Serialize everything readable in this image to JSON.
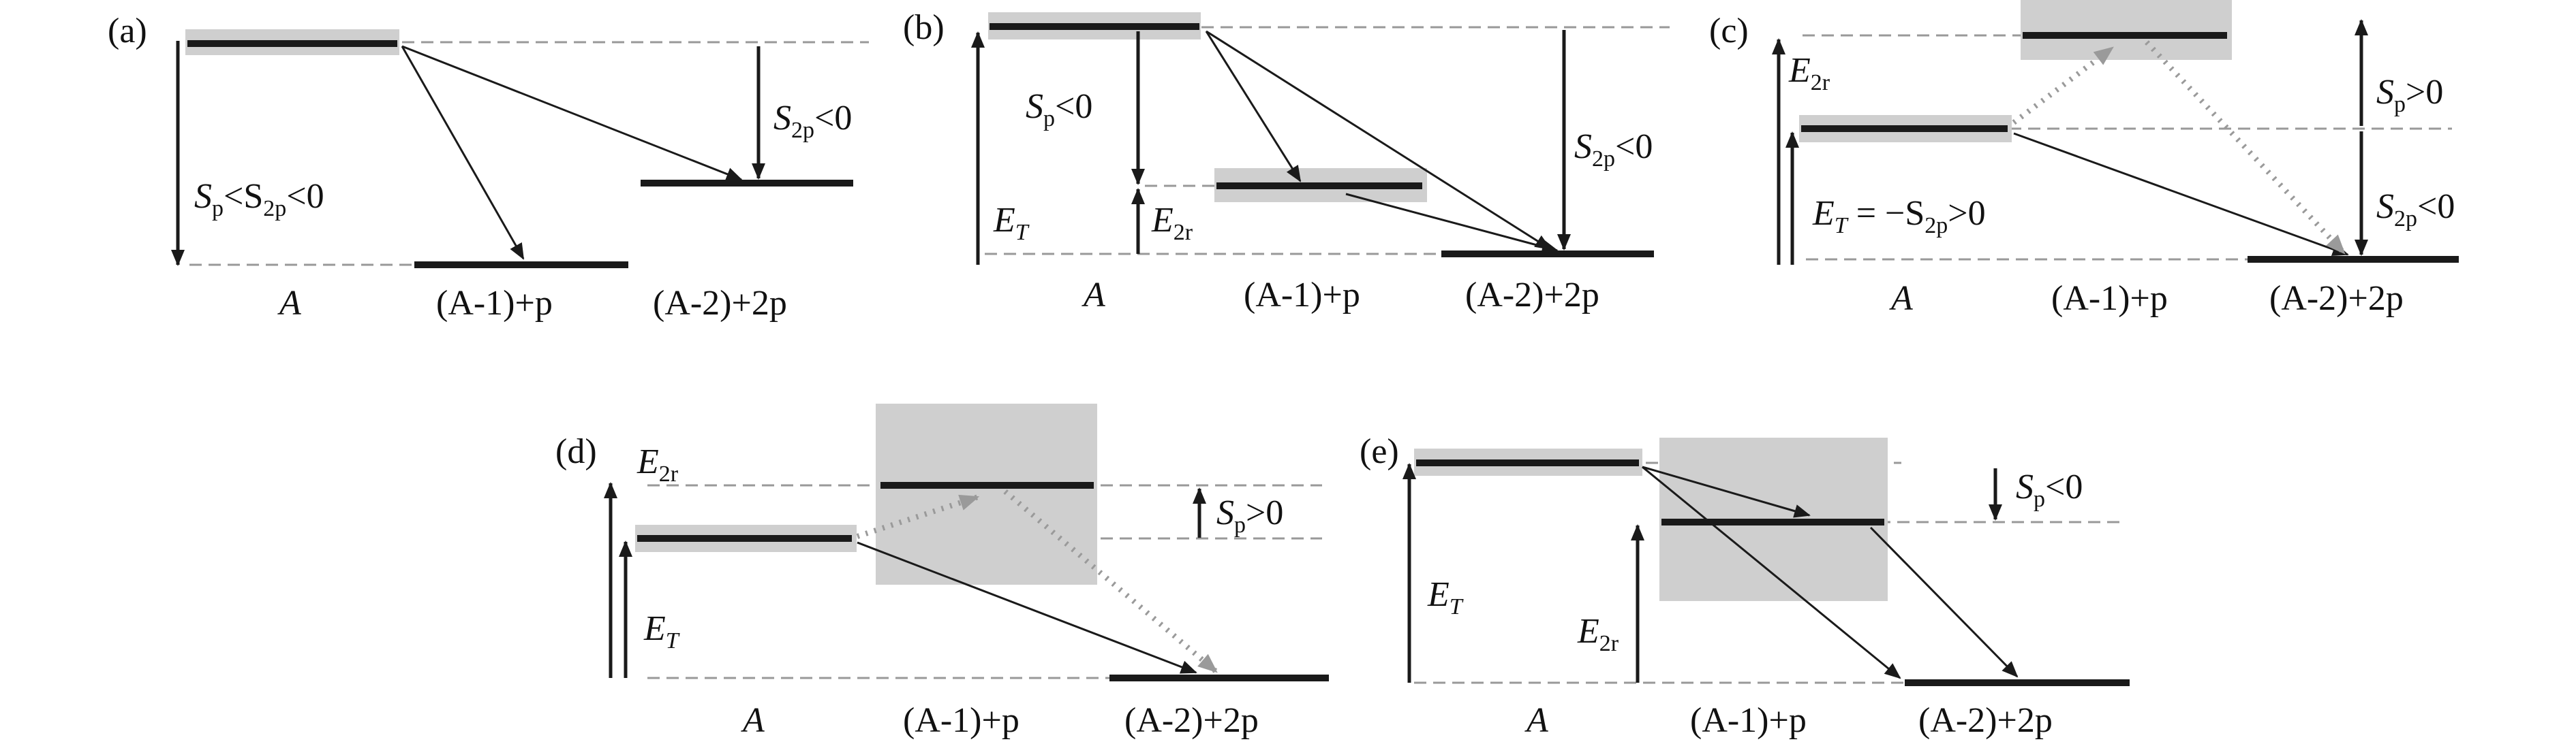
{
  "colors": {
    "ink": "#1a1a1a",
    "box": "#cfcfcf",
    "dash": "#999999",
    "dotted_arrow": "#9a9a9a"
  },
  "panels": {
    "a": {
      "label": "(a)",
      "sp_label": {
        "pre": "S",
        "sub": "p",
        "mid": "<S",
        "sub2": "2p",
        "post": "<0"
      },
      "s2p_label": {
        "pre": "S",
        "sub": "2p",
        "post": "<0"
      },
      "x_A": "A",
      "x_A1": "(A-1)+p",
      "x_A2": "(A-2)+2p"
    },
    "b": {
      "label": "(b)",
      "sp_label": {
        "pre": "S",
        "sub": "p",
        "post": "<0"
      },
      "et_label": {
        "pre": "E",
        "sub": "T"
      },
      "e2r_label": {
        "pre": "E",
        "sub": "2r"
      },
      "s2p_label": {
        "pre": "S",
        "sub": "2p",
        "post": "<0"
      },
      "x_A": "A",
      "x_A1": "(A-1)+p",
      "x_A2": "(A-2)+2p"
    },
    "c": {
      "label": "(c)",
      "e2r_label": {
        "pre": "E",
        "sub": "2r"
      },
      "et_label": {
        "pre": "E",
        "sub": "T",
        "mid": " = −S",
        "sub2": "2p",
        "post": ">0"
      },
      "sp_label": {
        "pre": "S",
        "sub": "p",
        "post": ">0"
      },
      "s2p_label": {
        "pre": "S",
        "sub": "2p",
        "post": "<0"
      },
      "x_A": "A",
      "x_A1": "(A-1)+p",
      "x_A2": "(A-2)+2p"
    },
    "d": {
      "label": "(d)",
      "e2r_label": {
        "pre": "E",
        "sub": "2r"
      },
      "et_label": {
        "pre": "E",
        "sub": "T"
      },
      "sp_label": {
        "pre": "S",
        "sub": "p",
        "post": ">0"
      },
      "x_A": "A",
      "x_A1": "(A-1)+p",
      "x_A2": "(A-2)+2p"
    },
    "e": {
      "label": "(e)",
      "et_label": {
        "pre": "E",
        "sub": "T"
      },
      "e2r_label": {
        "pre": "E",
        "sub": "2r"
      },
      "sp_label": {
        "pre": "S",
        "sub": "p",
        "post": "<0"
      },
      "x_A": "A",
      "x_A1": "(A-1)+p",
      "x_A2": "(A-2)+2p"
    }
  }
}
